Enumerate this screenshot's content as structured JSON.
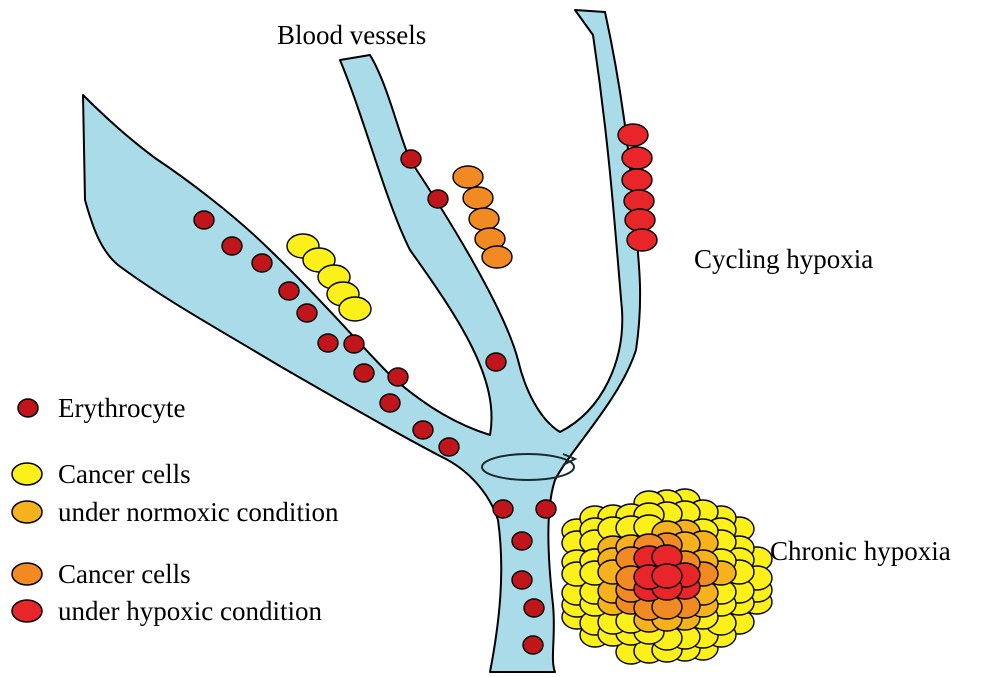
{
  "title": "Blood vessels",
  "regions": {
    "cycling": "Cycling hypoxia",
    "chronic": "Chronic hypoxia"
  },
  "legend": {
    "erythrocyte": "Erythrocyte",
    "normoxic_line1": "Cancer cells",
    "normoxic_line2": "under normoxic condition",
    "hypoxic_line1": "Cancer cells",
    "hypoxic_line2": "under hypoxic condition"
  },
  "colors": {
    "vessel": "#a9dbe8",
    "erythrocyte": "#c0161b",
    "normoxic_yellow": "#fbf01a",
    "normoxic_amber": "#f5b21d",
    "hypoxic_orange": "#f28a24",
    "hypoxic_red": "#e8262a"
  }
}
